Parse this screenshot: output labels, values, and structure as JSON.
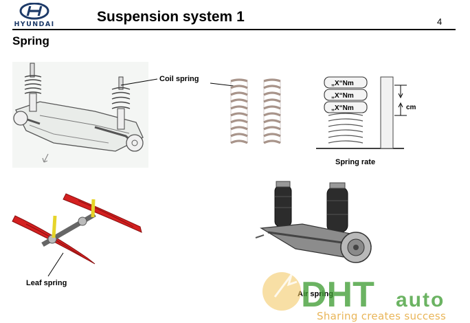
{
  "header": {
    "brand": "HYUNDAI",
    "title": "Suspension system 1",
    "page_number": "4"
  },
  "section_title": "Spring",
  "labels": {
    "coil_spring": "Coil spring",
    "spring_rate": "Spring rate",
    "spring_rate_unit": "cm",
    "weight": "„X“Nm",
    "leaf_spring": "Leaf spring",
    "air_spring": "Air spring"
  },
  "watermark": {
    "brand": "DHTauto",
    "tagline": "Sharing creates success"
  },
  "colors": {
    "hyundai_blue": "#1d3a68",
    "leaf_spring_red": "#d42020",
    "watermark_green": "#3a9a2e",
    "watermark_orange": "#e6a93c"
  },
  "icons": {
    "logo": "hyundai-logo-icon",
    "coil": "coil-spring-icon",
    "weights": "spring-rate-diagram-icon",
    "leaf": "leaf-spring-icon",
    "air": "air-spring-icon"
  }
}
